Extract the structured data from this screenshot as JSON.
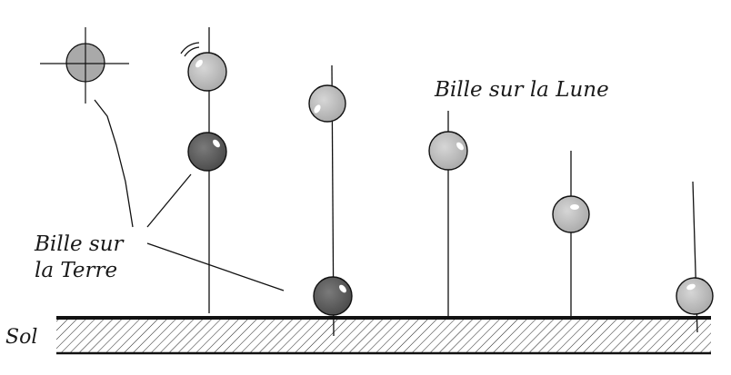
{
  "labels": {
    "moon_marble": "Bille sur la Lune",
    "earth_marble_line1": "Bille sur",
    "earth_marble_line2": "la Terre",
    "ground": "Sol"
  },
  "colors": {
    "moon_marble_fill": "#bdbdbd",
    "earth_marble_fill": "#5f5f5f",
    "outline": "#111111",
    "ground_hatch": "#222222",
    "background": "#ffffff"
  },
  "icons": {
    "launch_marker": "crosshair-icon",
    "release_motion": "motion-arcs-icon"
  }
}
